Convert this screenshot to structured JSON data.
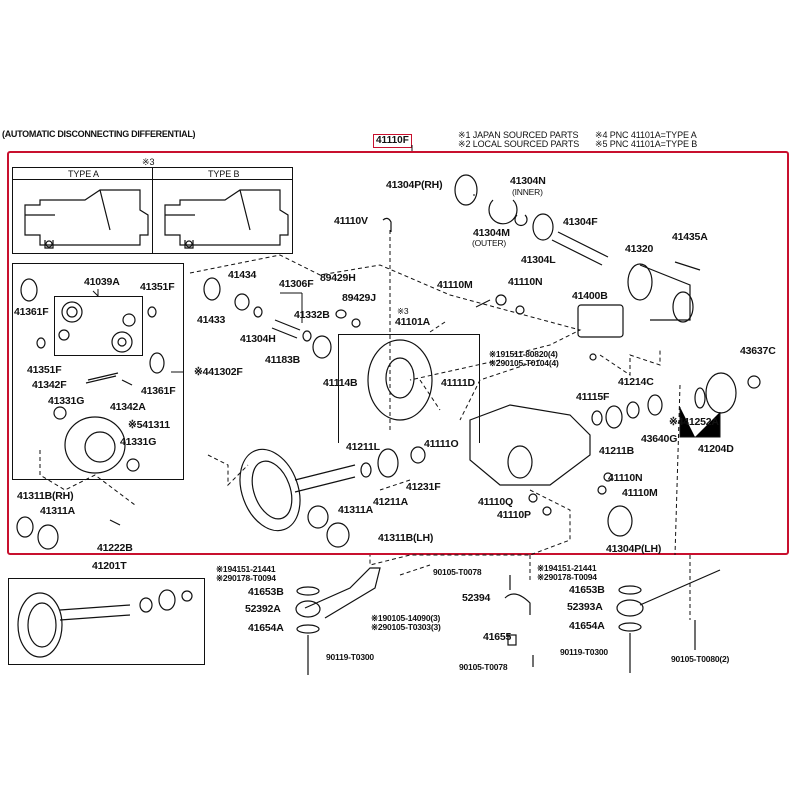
{
  "header": {
    "title": "(AUTOMATIC DISCONNECTING DIFFERENTIAL)",
    "assembly_part": "41110F",
    "notes": [
      "※1 JAPAN SOURCED PARTS",
      "※2 LOCAL SOURCED PARTS",
      "※4 PNC 41101A=TYPE A",
      "※5 PNC 41101A=TYPE B"
    ]
  },
  "type_box": {
    "note": "※3",
    "type_a": "TYPE A",
    "type_b": "TYPE B"
  },
  "colors": {
    "frame": "#c8102e",
    "ink": "#111111"
  },
  "parts": {
    "p41039A": "41039A",
    "p41351F_a": "41351F",
    "p41361F_a": "41361F",
    "p41351F_b": "41351F",
    "p41342F": "41342F",
    "p41361F_b": "41361F",
    "p41342A": "41342A",
    "p41331G_a": "41331G",
    "p41311": "※541311",
    "p41331G_b": "41331G",
    "p41302F": "※441302F",
    "p41311B_RH": "41311B(RH)",
    "p41311A_a": "41311A",
    "p41222B": "41222B",
    "p41434": "41434",
    "p41433": "41433",
    "p41306F": "41306F",
    "p41304H": "41304H",
    "p41332B": "41332B",
    "p89429H": "89429H",
    "p89429J": "89429J",
    "p41183B": "41183B",
    "p41110V": "41110V",
    "p41101A_note": "※3",
    "p41101A": "41101A",
    "p41304P_RH": "41304P(RH)",
    "p41304N_inner": "41304N",
    "p41304N_inner_sub": "(INNER)",
    "p41304M_outer": "41304M",
    "p41304M_outer_sub": "(OUTER)",
    "p41304L": "41304L",
    "p41304F": "41304F",
    "p41320": "41320",
    "p41435A": "41435A",
    "p41110M_a": "41110M",
    "p41110N_a": "41110N",
    "p41400B": "41400B",
    "p_bolt1": "※191511-80820(4)",
    "p_bolt2": "※290105-T0104(4)",
    "p43637C": "43637C",
    "p41114B": "41114B",
    "p41111D": "41111D",
    "p41111O": "41111O",
    "p41214C": "41214C",
    "p41115F": "41115F",
    "p41211B": "41211B",
    "p43640G": "43640G",
    "p41252A": "※441252A",
    "p41204D": "41204D",
    "p41211L": "41211L",
    "p41211A": "41211A",
    "p41231F": "41231F",
    "p41311A_b": "41311A",
    "p41311B_LH": "41311B(LH)",
    "p41110Q": "41110Q",
    "p41110P": "41110P",
    "p41110N_b": "41110N",
    "p41110M_b": "41110M",
    "p41304P_LH": "41304P(LH)",
    "p41201T": "41201T",
    "l_nut1": "※194151-21441",
    "l_nut2": "※290178-T0094",
    "l_41653B": "41653B",
    "l_52392A": "52392A",
    "l_41654A": "41654A",
    "l_90119": "90119-T0300",
    "l_bolt1": "※190105-14090(3)",
    "l_bolt2": "※290105-T0303(3)",
    "c_90105_top": "90105-T0078",
    "c_52394": "52394",
    "c_41655": "41655",
    "c_90105_bot": "90105-T0078",
    "r_nut1": "※194151-21441",
    "r_nut2": "※290178-T0094",
    "r_41653B": "41653B",
    "r_52393A": "52393A",
    "r_41654A": "41654A",
    "r_90119": "90119-T0300",
    "r_90105": "90105-T0080(2)"
  }
}
